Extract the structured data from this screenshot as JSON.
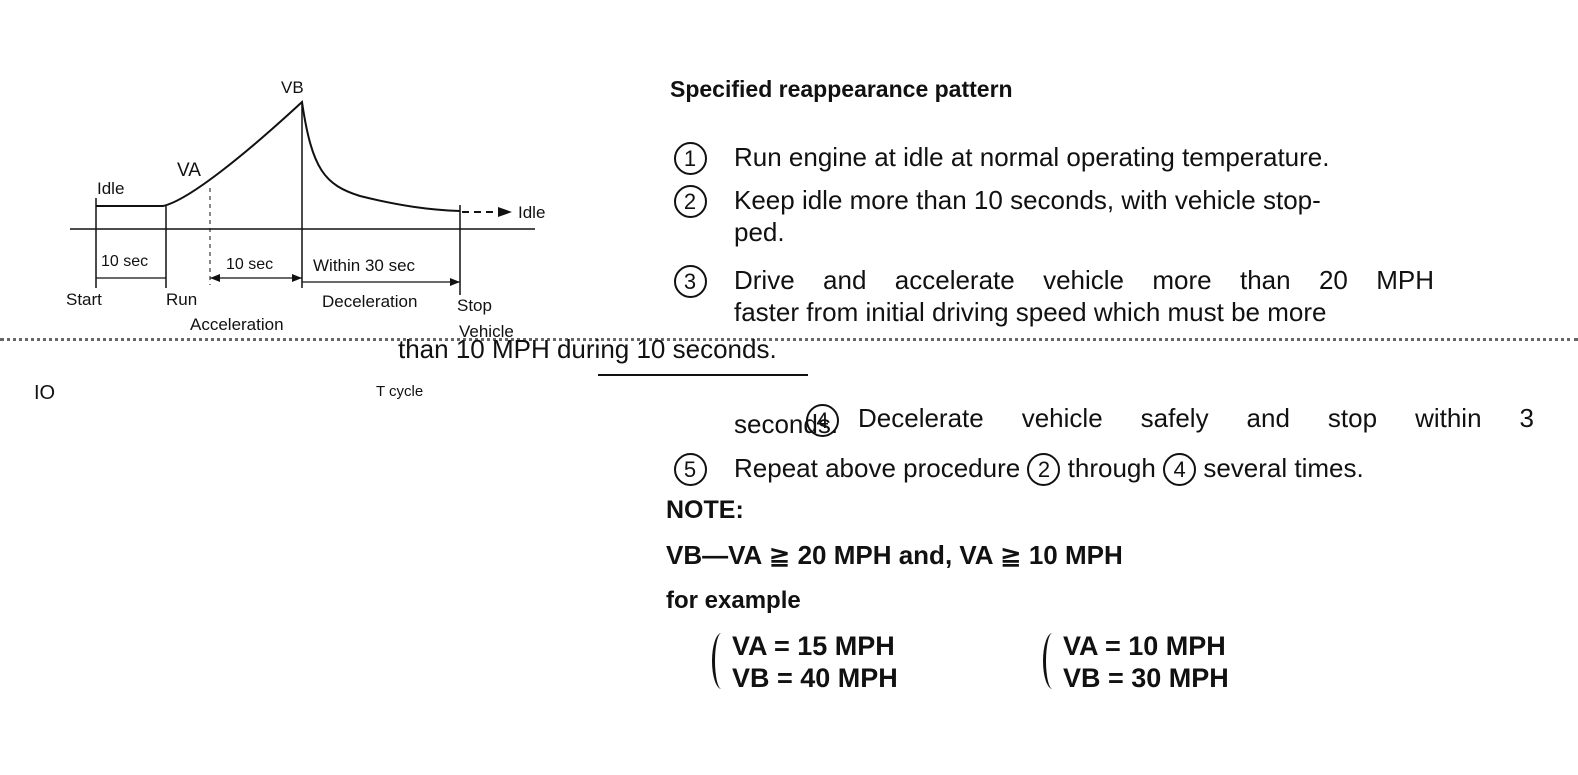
{
  "diagram": {
    "labels": {
      "vb": "VB",
      "va": "VA",
      "idle_left": "Idle",
      "idle_right": "Idle",
      "seg_10sec_a": "10 sec",
      "seg_10sec_b": "10 sec",
      "seg_within30": "Within 30 sec",
      "start": "Start",
      "run": "Run",
      "acceleration": "Acceleration",
      "deceleration": "Deceleration",
      "stop": "Stop",
      "vehicle": "Vehicle"
    },
    "left_fragment": "IO",
    "caption": "T cycle"
  },
  "section": {
    "title": "Specified reappearance pattern"
  },
  "steps": [
    {
      "num": "1",
      "line1": "Run engine at idle at normal operating temperature.",
      "line2": ""
    },
    {
      "num": "2",
      "line1": "Keep idle more than 10 seconds, with vehicle stop-",
      "line2": "ped."
    },
    {
      "num": "3",
      "line1": "Drive and accelerate vehicle more than 20 MPH",
      "line2": "faster from initial driving speed which must be more"
    },
    {
      "num": "4",
      "line1": "Decelerate vehicle safely and stop within 3",
      "line2": "seconds."
    },
    {
      "num": "5",
      "pre": "Repeat above procedure",
      "ref_a": "2",
      "mid": "through",
      "ref_b": "4",
      "post": "several times."
    }
  ],
  "step3_continuation": "than 10 MPH during 10 seconds.",
  "note": {
    "heading": "NOTE:",
    "formula": "VB—VA ≧ 20 MPH and, VA ≧ 10 MPH",
    "for_example": "for example",
    "examples": [
      {
        "va": "VA = 15 MPH",
        "vb": "VB = 40 MPH"
      },
      {
        "va": "VA = 10 MPH",
        "vb": "VB = 30 MPH"
      }
    ]
  }
}
